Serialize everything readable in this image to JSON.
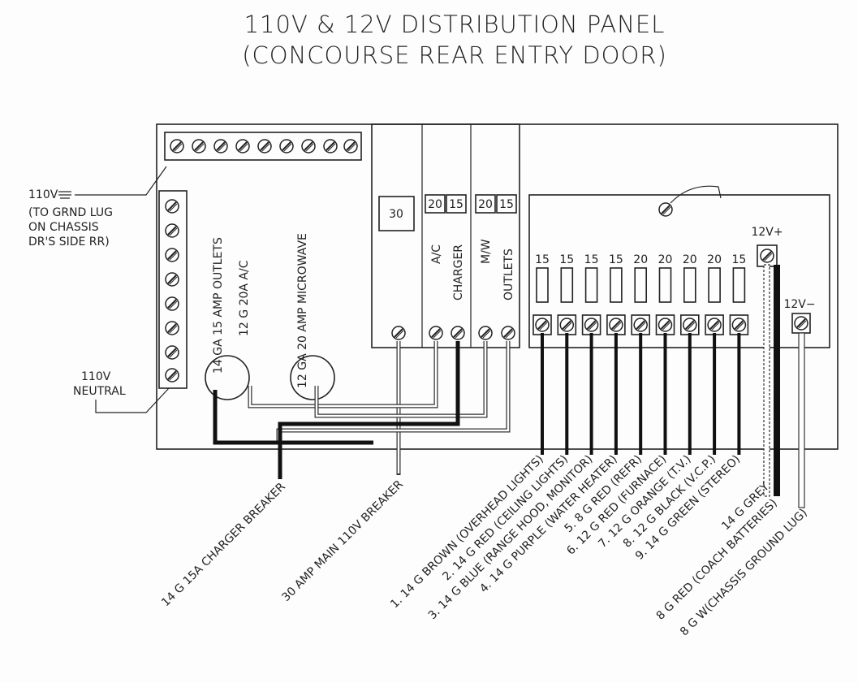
{
  "title": {
    "line1": "110V & 12V DISTRIBUTION PANEL",
    "line2": "(CONCOURSE REAR ENTRY DOOR)"
  },
  "left_notes": {
    "ground_label": "110V",
    "ground_note": [
      "(TO GRND LUG",
      "ON CHASSIS",
      "DR'S SIDE RR)"
    ],
    "neutral_label": [
      "110V",
      "NEUTRAL"
    ]
  },
  "vertical_labels": {
    "outlets_wire": "14 GA 15 AMP OUTLETS",
    "ac_wire": "12 G 20A A/C",
    "microwave_wire": "12 GA 20 AMP MICROWAVE"
  },
  "breakers": {
    "main": "30",
    "ac": "20",
    "charger": "15",
    "mw": "20",
    "outlets": "15",
    "labels": [
      "A/C",
      "CHARGER",
      "M/W",
      "OUTLETS"
    ]
  },
  "fuses": [
    "15",
    "15",
    "15",
    "15",
    "20",
    "20",
    "20",
    "20",
    "15"
  ],
  "terminals": {
    "positive": "12V+",
    "negative": "12V−"
  },
  "wire_labels": {
    "charger_breaker": "14 G 15A CHARGER BREAKER",
    "main_breaker": "30 AMP MAIN 110V BREAKER",
    "circuits": [
      "1. 14 G BROWN (OVERHEAD LIGHTS)",
      "2. 14 G RED (CEILING LIGHTS)",
      "3. 14 G BLUE (RANGE HOOD, MONITOR)",
      "4. 14 G PURPLE (WATER HEATER)",
      "5. 8 G RED (REFR)",
      "6. 12 G RED (FURNACE)",
      "7. 12 G ORANGE (T.V.)",
      "8. 12 G BLACK (V.C.P.)",
      "9. 14 G GREEN (STEREO)",
      "14 G GREY",
      "8 G RED (COACH BATTERIES)",
      "8 G W(CHASSIS GROUND LUG)"
    ]
  }
}
